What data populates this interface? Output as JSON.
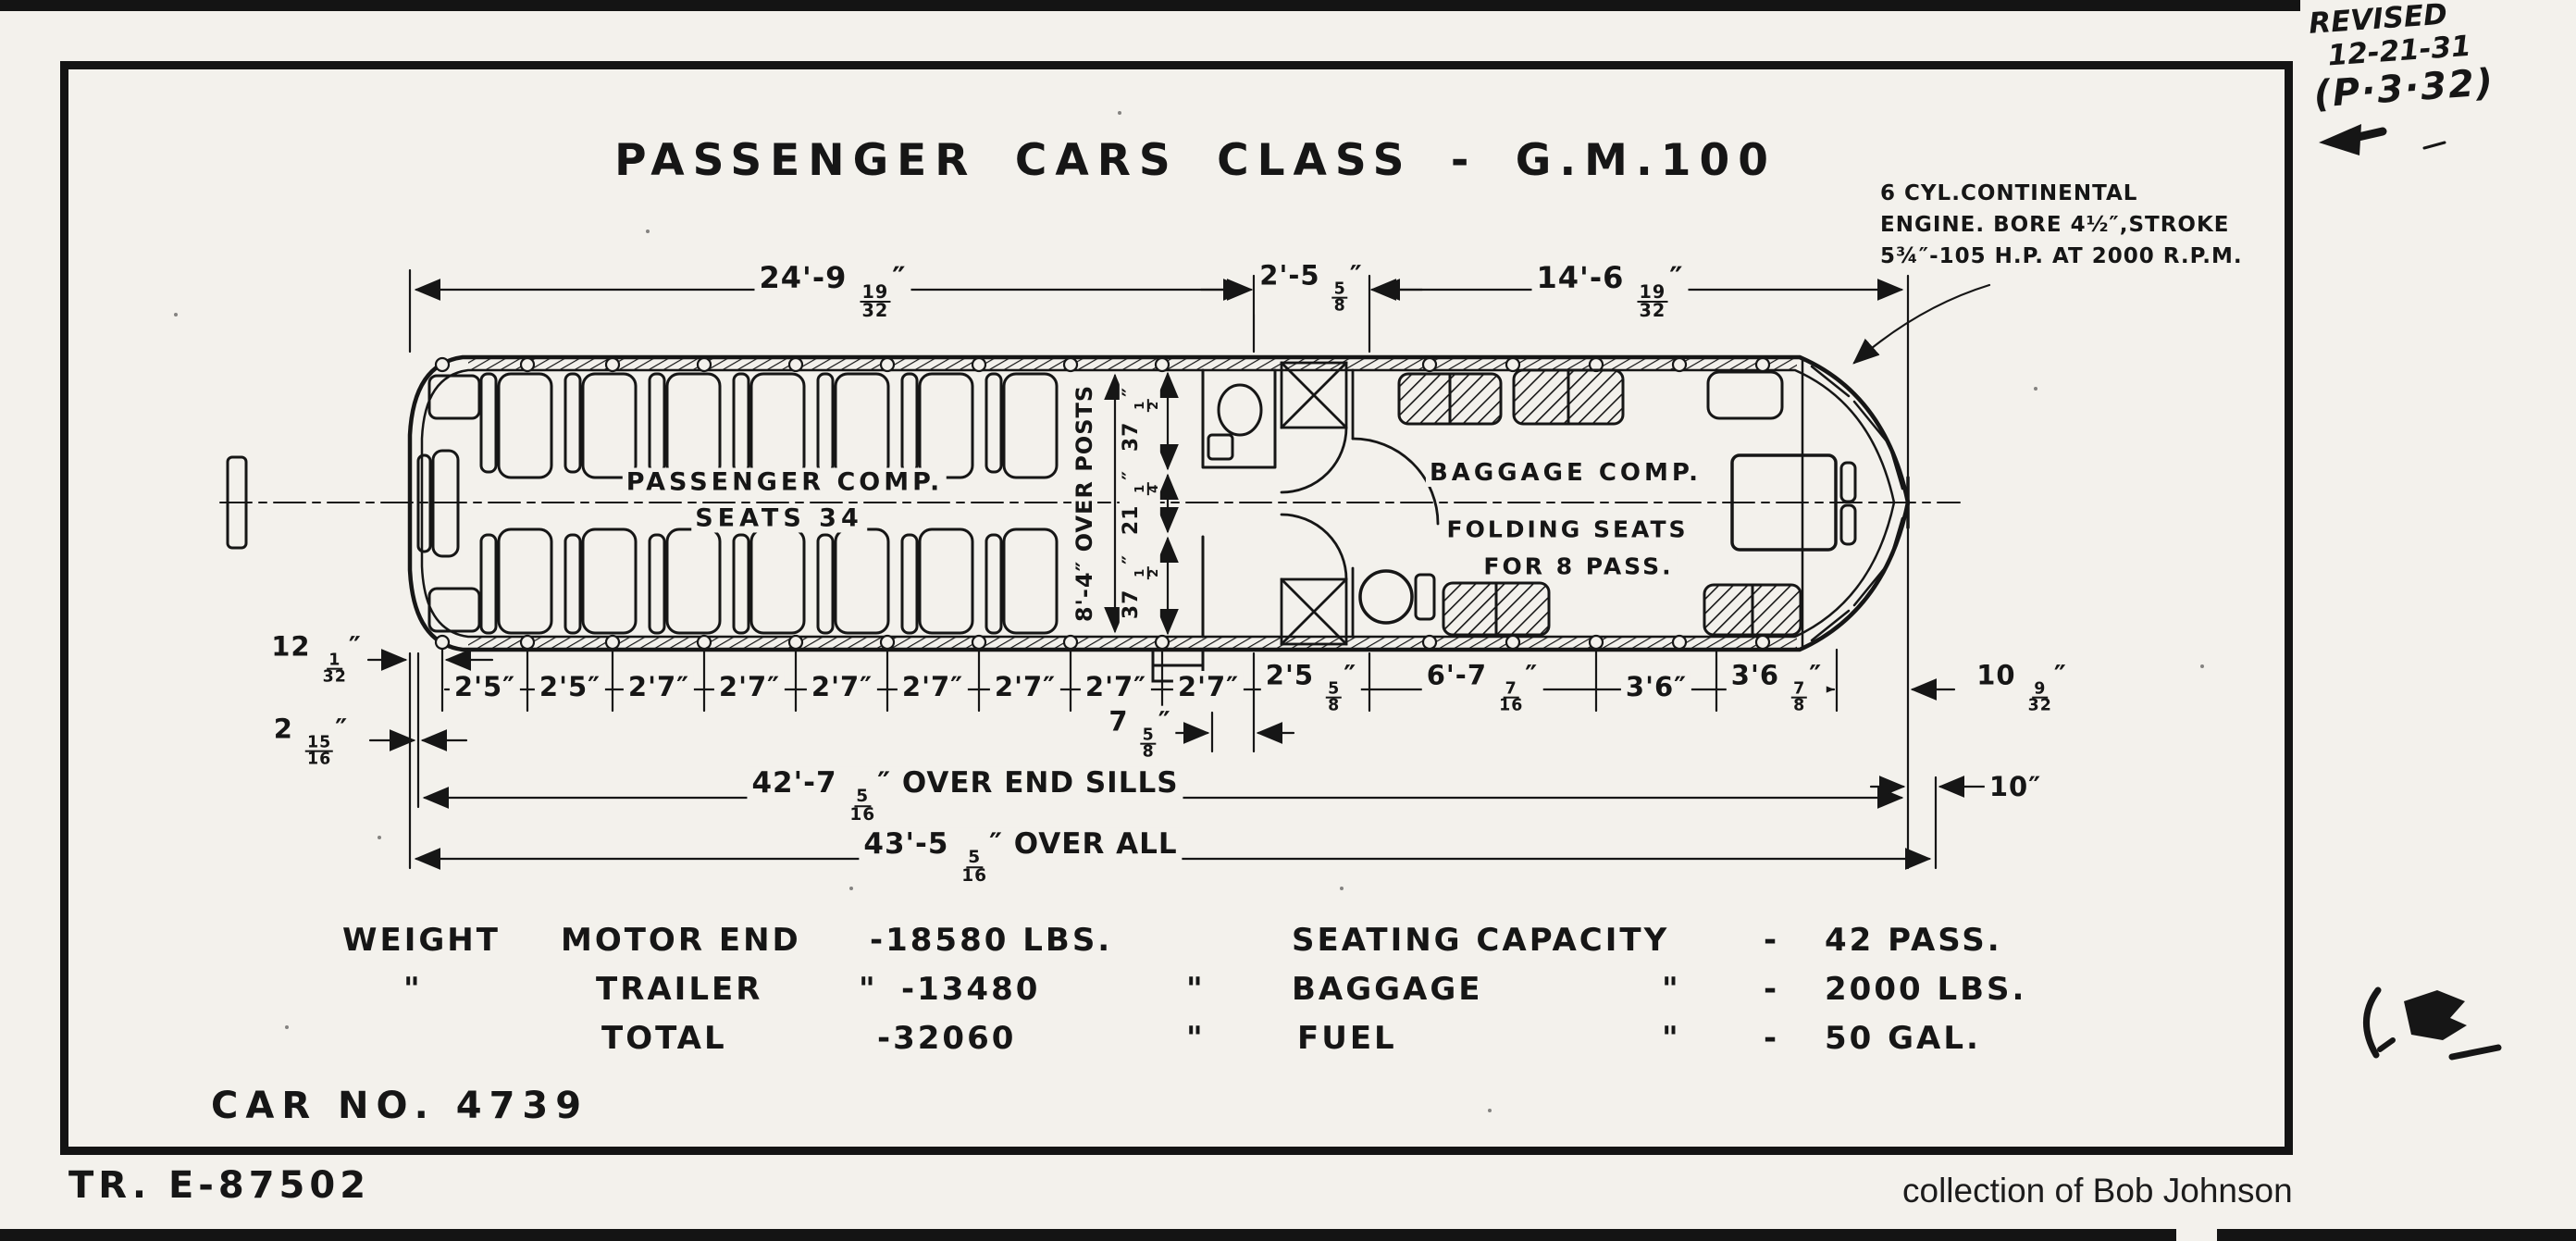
{
  "title": "PASSENGER CARS CLASS - G.M.100",
  "revision": {
    "line1": "REVISED",
    "line2": "12-21-31",
    "line3": "(P·3·32)"
  },
  "engine_note": {
    "line1": "6 CYL.CONTINENTAL",
    "line2": "ENGINE. BORE 4½″,STROKE",
    "line3": "5¾″-105 H.P. AT 2000 R.P.M."
  },
  "plan": {
    "passenger_comp": "PASSENGER COMP.",
    "passenger_seats": "SEATS 34",
    "baggage_comp": "BAGGAGE COMP.",
    "folding_seats_1": "FOLDING SEATS",
    "folding_seats_2": "FOR 8 PASS."
  },
  "dims": {
    "top_passenger": "24'-9 19/32″",
    "top_vestibule": "2'-5 5/8″",
    "top_baggage": "14'-6 19/32″",
    "bottom": [
      "2'5″",
      "2'5″",
      "2'7″",
      "2'7″",
      "2'7″",
      "2'7″",
      "2'7″",
      "2'7″",
      "2'7″",
      "2'5 5/8″",
      "6'-7 7/16″",
      "3'6″",
      "3'6 7/8″"
    ],
    "sub_post": "7 5/8″",
    "left_overhang": "12 1/32″",
    "left_sill": "2 15/16″",
    "right_nose": "10 9/32″",
    "right_overall": "10″",
    "over_end_sills": "42'-7 5/16″ OVER END SILLS",
    "over_all": "43'-5 5/16″ OVER ALL",
    "over_posts": "8'-4″ OVER POSTS",
    "seat_37_top": "37 1/2″",
    "aisle_21": "21 1/4″",
    "seat_37_bottom": "37 1/2″"
  },
  "specs": {
    "weight_label": "WEIGHT",
    "weight_row1_item": "MOTOR END",
    "weight_row1_value": "-18580 LBS.",
    "ditto": "\"",
    "dash": "-",
    "weight_row2_item": "TRAILER",
    "weight_row2_value": "-13480",
    "weight_row3_item": "TOTAL",
    "weight_row3_value": "-32060",
    "cap_row1_label": "SEATING CAPACITY",
    "cap_row1_value": "42 PASS.",
    "cap_row2_label": "BAGGAGE",
    "cap_row2_value": "2000 LBS.",
    "cap_row3_label": "FUEL",
    "cap_row3_value": "50 GAL."
  },
  "footer": {
    "car_no": "CAR NO. 4739",
    "drawing_no": "TR. E-87502",
    "credit": "collection of Bob Johnson"
  }
}
